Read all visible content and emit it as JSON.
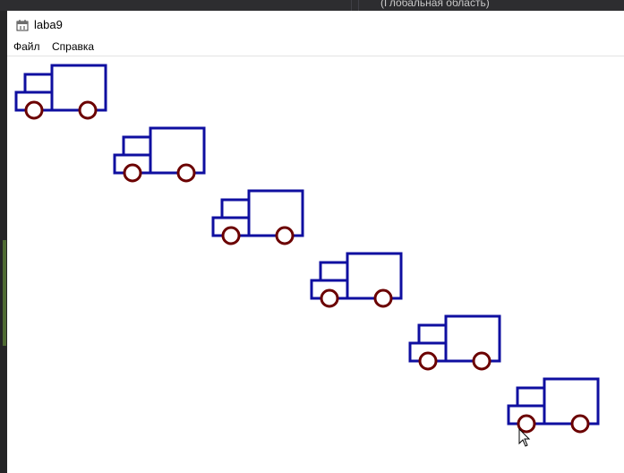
{
  "background": {
    "ghost_text": "(Глобальная область)"
  },
  "window": {
    "title": "laba9",
    "icon": "app-window-icon"
  },
  "menu": {
    "items": [
      {
        "label": "Файл"
      },
      {
        "label": "Справка"
      }
    ]
  },
  "canvas": {
    "truck_count": 6,
    "colors": {
      "body_stroke": "#0f0fa0",
      "wheel_stroke": "#6b0000",
      "wheel_fill": "#ffffff",
      "background": "#ffffff"
    }
  },
  "colors": {
    "window_bg": "#ffffff",
    "ide_bg": "#1e1e1e",
    "ide_gutter_accent": "#4f6b32"
  }
}
